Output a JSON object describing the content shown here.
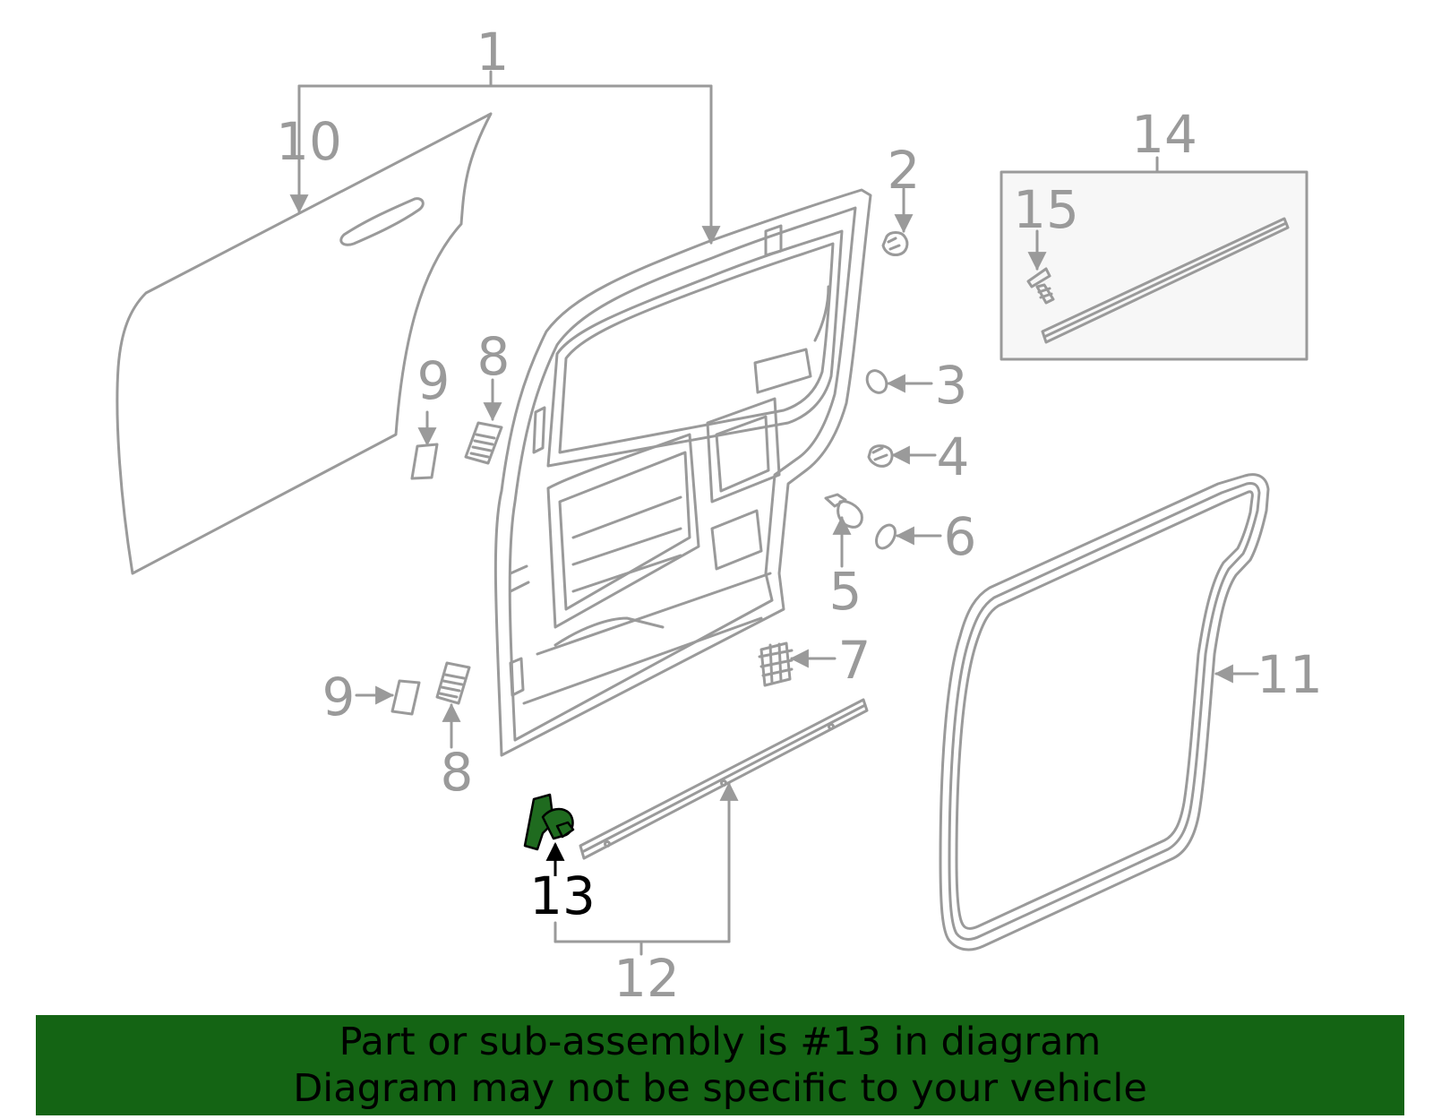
{
  "diagram": {
    "callouts": [
      {
        "id": "1",
        "label": "1"
      },
      {
        "id": "2",
        "label": "2"
      },
      {
        "id": "3",
        "label": "3"
      },
      {
        "id": "4",
        "label": "4"
      },
      {
        "id": "5",
        "label": "5"
      },
      {
        "id": "6",
        "label": "6"
      },
      {
        "id": "7",
        "label": "7"
      },
      {
        "id": "8a",
        "label": "8"
      },
      {
        "id": "8b",
        "label": "8"
      },
      {
        "id": "9a",
        "label": "9"
      },
      {
        "id": "9b",
        "label": "9"
      },
      {
        "id": "10",
        "label": "10"
      },
      {
        "id": "11",
        "label": "11"
      },
      {
        "id": "12",
        "label": "12"
      },
      {
        "id": "13",
        "label": "13"
      },
      {
        "id": "14",
        "label": "14"
      },
      {
        "id": "15",
        "label": "15"
      }
    ],
    "highlighted_part": "13",
    "colors": {
      "line": "#9a9a9a",
      "highlight": "#1f6b1f",
      "banner": "#146414"
    }
  },
  "banner": {
    "line1": "Part or sub-assembly is #13 in diagram",
    "line2": "Diagram may not be specific to your vehicle"
  }
}
